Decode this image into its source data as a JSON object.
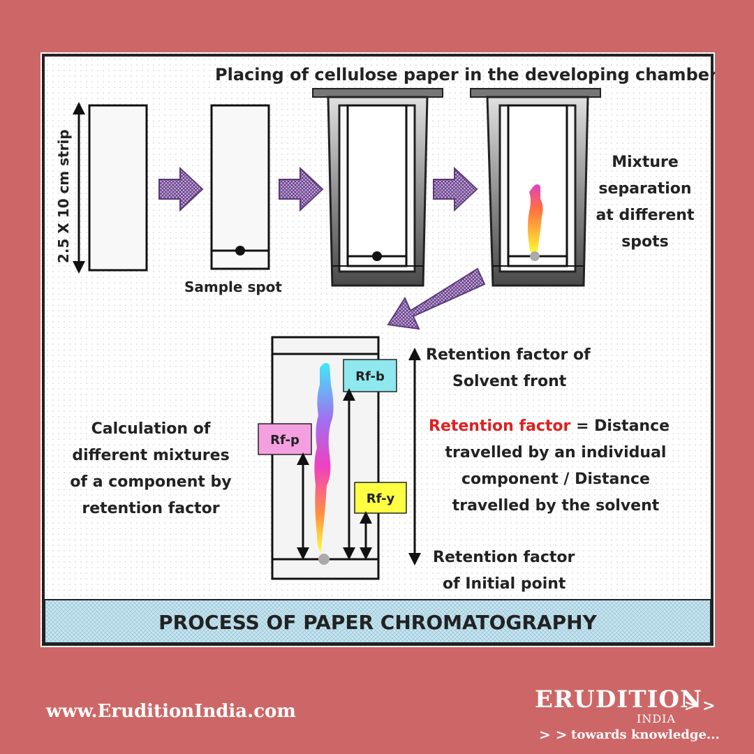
{
  "diagram": {
    "title": "PROCESS OF PAPER CHROMATOGRAPHY",
    "top_caption": "Placing of cellulose paper in the developing chamber",
    "strip_dimension": "2.5 X 10 cm strip",
    "sample_spot": "Sample spot",
    "mixture_separation": [
      "Mixture",
      "separation",
      "at different",
      "spots"
    ],
    "calculation": [
      "Calculation of",
      "different mixtures",
      "of a component by",
      "retention factor"
    ],
    "solvent_front": [
      "Retention factor of",
      "Solvent front"
    ],
    "initial_point": [
      "Retention factor",
      "of Initial point"
    ],
    "definition_term": "Retention factor",
    "definition_rest": " = Distance",
    "definition_lines": [
      "travelled by an individual",
      "component / Distance",
      "travelled by the solvent"
    ],
    "rf_labels": {
      "b": "Rf-b",
      "p": "Rf-p",
      "y": "Rf-y"
    },
    "colors": {
      "arrow_fill": "#c9a8e0",
      "arrow_pattern": "#4a2a6a",
      "rf_b": "#8ee8ee",
      "rf_p": "#f4a0e0",
      "rf_y": "#ffff44",
      "definition_term": "#e02020",
      "title_bar": "#c8e6f0"
    }
  },
  "footer": {
    "website": "www.EruditionIndia.com",
    "brand": "ERUDITION",
    "brand_chevrons": "> >",
    "brand_sub": "INDIA",
    "tagline_chevrons": "> >",
    "tagline": "towards knowledge..."
  }
}
